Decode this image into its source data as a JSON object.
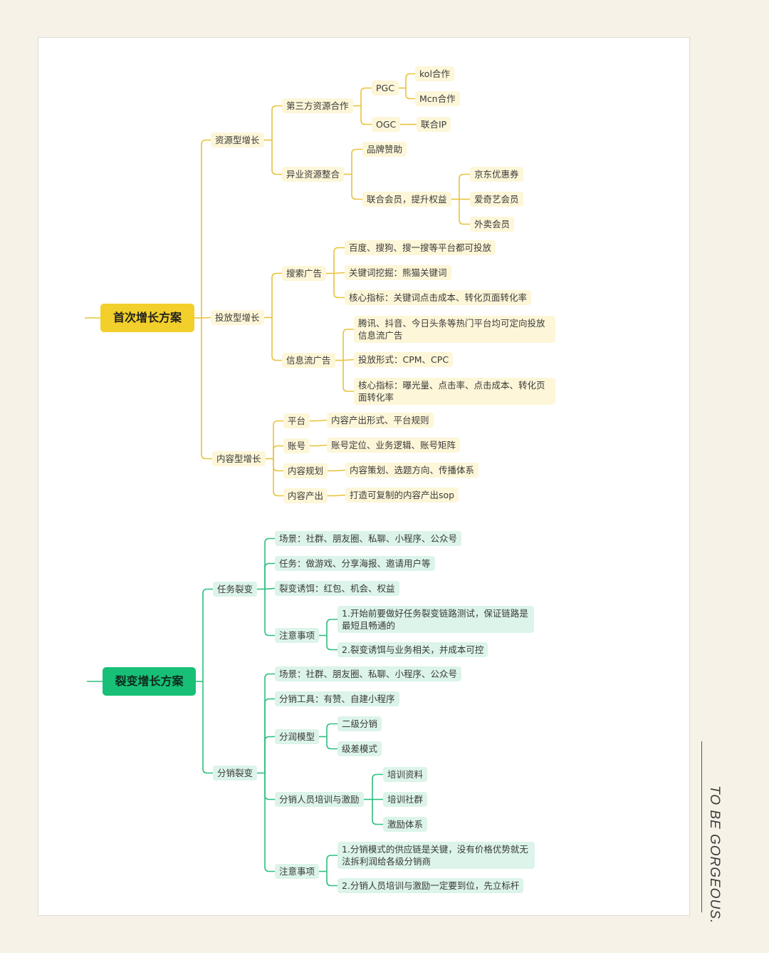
{
  "colors": {
    "yellow_line": "#e8c33a",
    "green_line": "#2cbf7e",
    "yellow_root": "#f2cf2a",
    "green_root": "#17c076"
  },
  "tagline": "TO BE GORGEOUS.",
  "map1": {
    "root": "首次增长方案",
    "b_resource": "资源型增长",
    "third_party": "第三方资源合作",
    "pgc": "PGC",
    "kol": "kol合作",
    "mcn": "Mcn合作",
    "ogc": "OGC",
    "joint_ip": "联合IP",
    "cross_industry": "异业资源整合",
    "brand_sponsor": "品牌赞助",
    "joint_member": "联合会员，提升权益",
    "jd": "京东优惠券",
    "iqiyi": "爱奇艺会员",
    "takeout": "外卖会员",
    "b_ads": "投放型增长",
    "search_ads": "搜索广告",
    "search_1": "百度、搜狗、搜一搜等平台都可投放",
    "search_2": "关键词挖掘：熊猫关键词",
    "search_3": "核心指标：关键词点击成本、转化页面转化率",
    "feed_ads": "信息流广告",
    "feed_1": "腾讯、抖音、今日头条等热门平台均可定向投放信息流广告",
    "feed_2": "投放形式：CPM、CPC",
    "feed_3": "核心指标：曝光量、点击率、点击成本、转化页面转化率",
    "b_content": "内容型增长",
    "platform": "平台",
    "platform_d": "内容产出形式、平台规则",
    "account": "账号",
    "account_d": "账号定位、业务逻辑、账号矩阵",
    "planning": "内容规划",
    "planning_d": "内容策划、选题方向、传播体系",
    "output": "内容产出",
    "output_d": "打造可复制的内容产出sop"
  },
  "map2": {
    "root": "裂变增长方案",
    "b_task": "任务裂变",
    "task_scene": "场景：社群、朋友圈、私聊、小程序、公众号",
    "task_task": "任务：做游戏、分享海报、邀请用户等",
    "task_bait": "裂变诱饵：红包、机会、权益",
    "task_notes": "注意事项",
    "task_note1": "1.开始前要做好任务裂变链路测试，保证链路是最短且畅通的",
    "task_note2": "2.裂变诱饵与业务相关，并成本可控",
    "b_dist": "分销裂变",
    "dist_scene": "场景：社群、朋友圈、私聊、小程序、公众号",
    "dist_tool": "分销工具：有赞、自建小程序",
    "dist_model": "分润模型",
    "dist_level2": "二级分销",
    "dist_diff": "级差模式",
    "dist_train": "分销人员培训与激励",
    "train_1": "培训资料",
    "train_2": "培训社群",
    "train_3": "激励体系",
    "dist_notes": "注意事项",
    "dist_note1": "1.分销模式的供应链是关键，没有价格优势就无法拆利润给各级分销商",
    "dist_note2": "2.分销人员培训与激励一定要到位，先立标杆"
  }
}
